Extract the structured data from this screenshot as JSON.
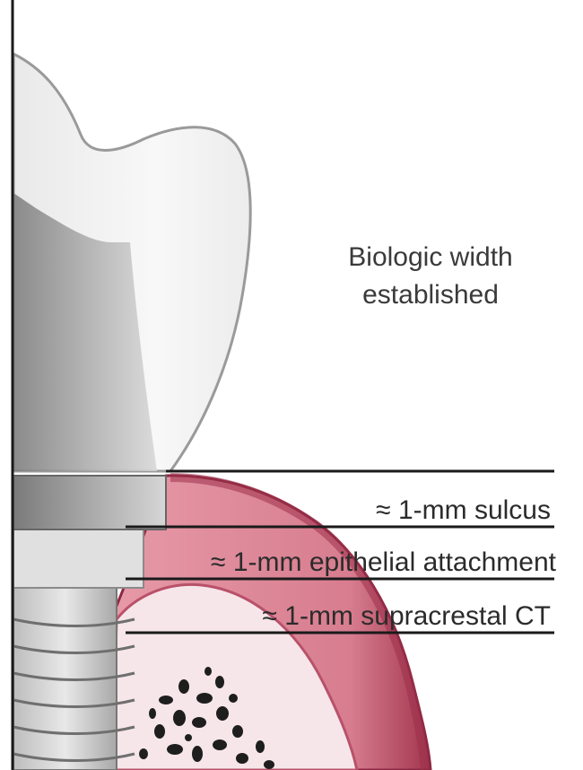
{
  "title": {
    "line1": "Biologic width",
    "line2": "established"
  },
  "zones": [
    {
      "label": "≈ 1-mm sulcus"
    },
    {
      "label": "≈ 1-mm epithelial attachment"
    },
    {
      "label": "≈ 1-mm supracrestal CT"
    }
  ],
  "colors": {
    "gingiva": "#d9808f",
    "gingiva_dark": "#9c2f4a",
    "bone": "#f6e6ea",
    "crown": "#f2f2f2",
    "abutment": "#8e8e8e",
    "implant": "#c9c9c9",
    "line": "#1a1a1a"
  }
}
